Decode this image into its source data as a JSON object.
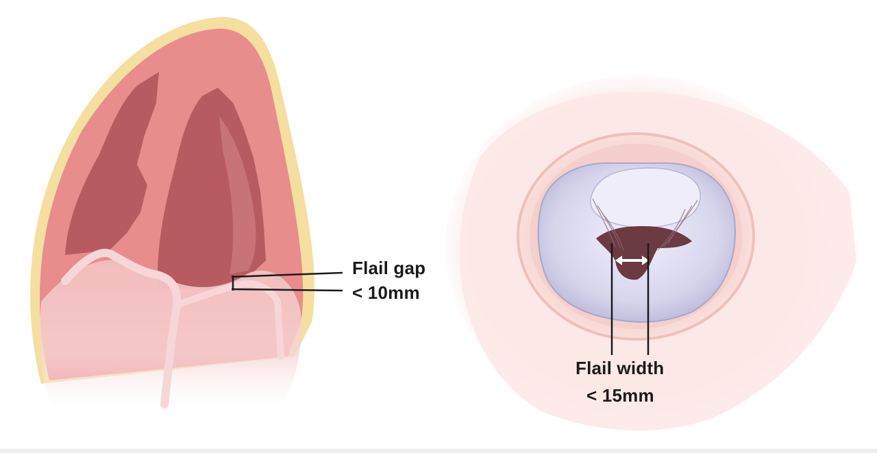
{
  "left_panel": {
    "label_line1": "Flail gap",
    "label_line2": "< 10mm"
  },
  "right_panel": {
    "label_line1": "Flail width",
    "label_line2": "< 15mm"
  },
  "colors": {
    "myocardium": "#e98c8c",
    "chamber": "#b85b60",
    "epicardium": "#f4dfa0",
    "valve_leaflet": "#d4d2ec",
    "annulus": "#f3c9c4",
    "pointer_line": "#1a1a1a"
  }
}
